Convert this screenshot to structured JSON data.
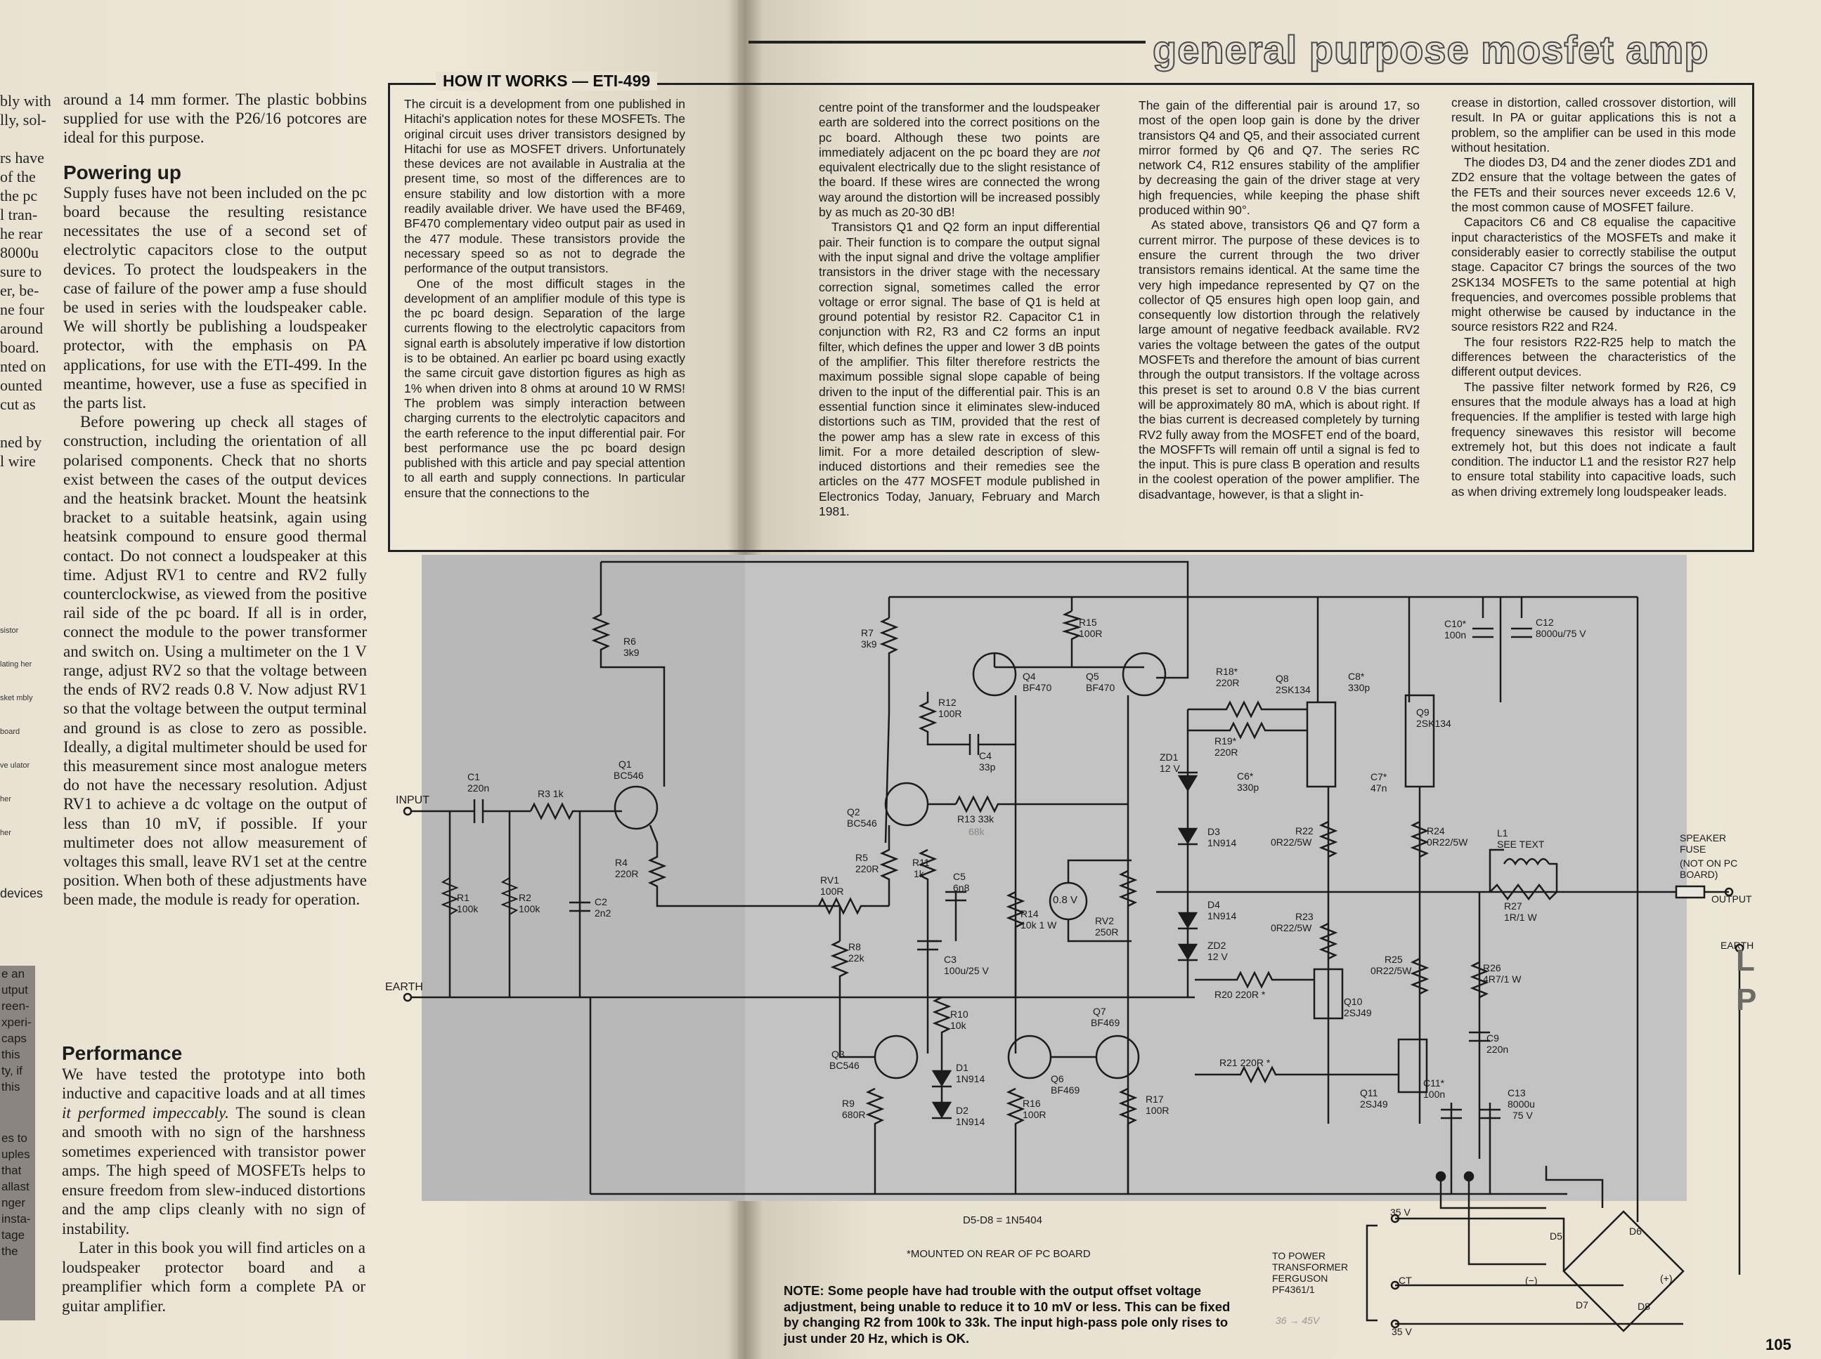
{
  "left_page": {
    "fragments": [
      "bly with",
      "lly, sol-",
      "",
      "rs have",
      "of the",
      "the pc",
      "l tran-",
      "he rear",
      "8000u",
      "sure to",
      "er, be-",
      "ne four",
      "around",
      "board.",
      "nted on",
      "ounted",
      "cut as",
      "",
      "ned by",
      "l wire"
    ],
    "small_fragments": [
      "sistor",
      "lating her",
      "sket mbly",
      "board",
      "ve ulator",
      "her",
      "her"
    ],
    "devices_fragment": "devices",
    "grey_fragments": [
      "e an",
      "utput",
      "reen-",
      "xperi-",
      "caps",
      "this",
      "ty, if",
      "this",
      "",
      "es to",
      "uples",
      "that",
      "allast",
      "nger",
      "insta-",
      "tage",
      "the"
    ],
    "intro": "around a 14 mm former. The plastic bobbins supplied for use with the P26/16 potcores are ideal for this purpose.",
    "powering_heading": "Powering up",
    "powering_p1": "Supply fuses have not been included on the pc board because the resulting resistance necessitates the use of a second set of electrolytic capacitors close to the output devices. To protect the loudspeakers in the case of failure of the power amp a fuse should be used in series with the loudspeaker cable. We will shortly be publishing a loudspeaker protector, with the emphasis on PA applications, for use with the ETI-499. In the meantime, however, use a fuse as specified in the parts list.",
    "powering_p2": "Before powering up check all stages of construction, including the orientation of all polarised components. Check that no shorts exist between the cases of the output devices and the heatsink bracket. Mount the heatsink bracket to a suitable heatsink, again using heatsink compound to ensure good thermal contact. Do not connect a loudspeaker at this time. Adjust RV1 to centre and RV2 fully counterclockwise, as viewed from the positive rail side of the pc board. If all is in order, connect the module to the power transformer and switch on. Using a multimeter on the 1 V range, adjust RV2 so that the voltage between the ends of RV2 reads 0.8 V. Now adjust RV1 so that the voltage between the output terminal and ground is as close to zero as possible. Ideally, a digital multimeter should be used for this measurement since most analogue meters do not have the necessary resolution. Adjust RV1 to achieve a dc voltage on the output of less than 10 mV, if possible. If your multimeter does not allow measurement of voltages this small, leave RV1 set at the centre position. When both of these adjustments have been made, the module is ready for operation.",
    "performance_heading": "Performance",
    "performance_p1a": "We have tested the prototype into both inductive and capacitive loads and at all times ",
    "performance_p1_em": "it performed impeccably.",
    "performance_p1b": " The sound is clean and smooth with no sign of the harshness sometimes experienced with transistor power amps. The high speed of MOSFETs helps to ensure freedom from slew-induced distortions and the amp clips cleanly with no sign of instability.",
    "performance_p2": "Later in this book you will find articles on a loudspeaker protector board and a preamplifier which form a complete PA or guitar amplifier."
  },
  "right_page": {
    "title": "general purpose mosfet amp",
    "hiw_title": "HOW IT WORKS — ETI-499",
    "hiw_c1_p1": "The circuit is a development from one published in Hitachi's application notes for these MOSFETs. The original circuit uses driver transistors designed by Hitachi for use as MOSFET drivers. Unfortunately these devices are not available in Australia at the present time, so most of the differences are to ensure stability and low distortion with a more readily available driver. We have used the BF469, BF470 complementary video output pair as used in the 477 module. These transistors provide the necessary speed so as not to degrade the performance of the output transistors.",
    "hiw_c1_p2": "One of the most difficult stages in the development of an amplifier module of this type is the pc board design. Separation of the large currents flowing to the electrolytic capacitors from signal earth is absolutely imperative if low distortion is to be obtained. An earlier pc board using exactly the same circuit gave distortion figures as high as 1% when driven into 8 ohms at around 10 W RMS! The problem was simply interaction between charging currents to the electrolytic capacitors and the earth reference to the input differential pair. For best performance use the pc board design published with this article and pay special attention to all earth and supply connections. In particular ensure that the connections to the",
    "hiw_c2_p1a": "centre point of the transformer and the loudspeaker earth are soldered into the correct positions on the pc board. Although these two points are immediately adjacent on the pc board they are ",
    "hiw_c2_p1_em": "not",
    "hiw_c2_p1b": " equivalent electrically due to the slight resistance of the board. If these wires are connected the wrong way around the distortion will be increased possibly by as much as 20-30 dB!",
    "hiw_c2_p2": "Transistors Q1 and Q2 form an input differential pair. Their function is to compare the output signal with the input signal and drive the voltage amplifier transistors in the driver stage with the necessary correction signal, sometimes called the error voltage or error signal. The base of Q1 is held at ground potential by resistor R2. Capacitor C1 in conjunction with R2, R3 and C2 forms an input filter, which defines the upper and lower 3 dB points of the amplifier. This filter therefore restricts the maximum possible signal slope capable of being driven to the input of the differential pair. This is an essential function since it eliminates slew-induced distortions such as TIM, provided that the rest of the power amp has a slew rate in excess of this limit. For a more detailed description of slew-induced distortions and their remedies see the articles on the 477 MOSFET module published in Electronics Today, January, February and March 1981.",
    "hiw_c3_p1": "The gain of the differential pair is around 17, so most of the open loop gain is done by the driver transistors Q4 and Q5, and their associated current mirror formed by Q6 and Q7. The series RC network C4, R12 ensures stability of the amplifier by decreasing the gain of the driver stage at very high frequencies, while keeping the phase shift produced within 90°.",
    "hiw_c3_p2": "As stated above, transistors Q6 and Q7 form a current mirror. The purpose of these devices is to ensure the current through the two driver transistors remains identical. At the same time the very high impedance represented by Q7 on the collector of Q5 ensures high open loop gain, and consequently low distortion through the relatively large amount of negative feedback available. RV2 varies the voltage between the gates of the output MOSFETs and therefore the amount of bias current through the output transistors. If the voltage across this preset is set to around 0.8 V the bias current will be approximately 80 mA, which is about right. If the bias current is decreased completely by turning RV2 fully away from the MOSFET end of the board, the MOSFFTs will remain off until a signal is fed to the input. This is pure class B operation and results in the coolest operation of the power amplifier. The disadvantage, however, is that a slight in-",
    "hiw_c4_p1": "crease in distortion, called crossover distortion, will result. In PA or guitar applications this is not a problem, so the amplifier can be used in this mode without hesitation.",
    "hiw_c4_p2": "The diodes D3, D4 and the zener diodes ZD1 and ZD2 ensure that the voltage between the gates of the FETs and their sources never exceeds 12.6 V, the most common cause of MOSFET failure.",
    "hiw_c4_p3": "Capacitors C6 and C8 equalise the capacitive input characteristics of the MOSFETs and make it considerably easier to correctly stabilise the output stage. Capacitor C7 brings the sources of the two 2SK134 MOSFETs to the same potential at high frequencies, and overcomes possible problems that might otherwise be caused by inductance in the source resistors R22 and R24.",
    "hiw_c4_p4": "The four resistors R22-R25 help to match the differences between the characteristics of the different output devices.",
    "hiw_c4_p5": "The passive filter network formed by R26, C9 ensures that the module always has a load at high frequencies. If the amplifier is tested with large high frequency sinewaves this resistor will become extremely hot, but this does not indicate a fault condition. The inductor L1 and the resistor R27 help to ensure total stability into capacitive loads, such as when driving extremely long loudspeaker leads.",
    "note": "NOTE: Some people have had trouble with the output offset voltage adjustment, being unable to reduce it to 10 mV or less. This can be fixed by changing R2 from 100k to 33k. The input high-pass pole only rises to just under 20 Hz, which is OK.",
    "page_number": "105",
    "under_right": [
      "L",
      "P"
    ]
  },
  "schematic": {
    "input": "INPUT",
    "earth_left": "EARTH",
    "c1": "C1",
    "c1v": "220n",
    "r3": "R3 1k",
    "r1": "R1",
    "r1v": "100k",
    "r2": "R2",
    "r2v": "100k",
    "c2": "C2",
    "c2v": "2n2",
    "q1": "Q1",
    "q1v": "BC546",
    "r6": "R6",
    "r6v": "3k9",
    "r4": "R4",
    "r4v": "220R",
    "r7": "R7",
    "r7v": "3k9",
    "q4": "Q4",
    "q4v": "BF470",
    "q5": "Q5",
    "q5v": "BF470",
    "r15": "R15",
    "r15v": "100R",
    "r12": "R12",
    "r12v": "100R",
    "c4": "C4",
    "c4v": "33p",
    "q2": "Q2",
    "q2v": "BC546",
    "r13": "R13 33k",
    "r13note": "68k",
    "r5": "R5",
    "r5v": "220R",
    "r11": "R11",
    "r11v": "1k",
    "c5": "C5",
    "c5v": "6n8",
    "rv1": "RV1",
    "rv1v": "100R",
    "r14": "R14",
    "r14v": "10k 1 W",
    "meter": "0.8 V",
    "rv2": "RV2",
    "rv2v": "250R",
    "r8": "R8",
    "r8v": "22k",
    "c3": "C3",
    "c3v": "100u/25 V",
    "r10": "R10",
    "r10v": "10k",
    "q7": "Q7",
    "q7v": "BF469",
    "q3": "Q3",
    "q3v": "BC546",
    "q6": "Q6",
    "q6v": "BF469",
    "d1": "D1",
    "d1v": "1N914",
    "d2": "D2",
    "d2v": "1N914",
    "r9": "R9",
    "r9v": "680R",
    "r16": "R16",
    "r16v": "100R",
    "r17": "R17",
    "r17v": "100R",
    "r18": "R18*",
    "r18v": "220R",
    "q8": "Q8",
    "q8v": "2SK134",
    "c8": "C8*",
    "c8v": "330p",
    "q9": "Q9",
    "q9v": "2SK134",
    "r19": "R19*",
    "r19v": "220R",
    "zd1": "ZD1",
    "zd1v": "12 V",
    "c6": "C6*",
    "c6v": "330p",
    "c7": "C7*",
    "c7v": "47n",
    "d3": "D3",
    "d3v": "1N914",
    "r22": "R22",
    "r22v": "0R22/5W",
    "r24": "R24",
    "r24v": "0R22/5W",
    "d4": "D4",
    "d4v": "1N914",
    "r23": "R23",
    "r23v": "0R22/5W",
    "zd2": "ZD2",
    "zd2v": "12 V",
    "r25": "R25",
    "r25v": "0R22/5W",
    "r20": "R20 220R *",
    "q10": "Q10",
    "q10v": "2SJ49",
    "r21": "R21 220R *",
    "q11": "Q11",
    "q11v": "2SJ49",
    "c11": "C11*",
    "c11v": "100n",
    "c13": "C13",
    "c13v": "8000u",
    "c13v2": "75 V",
    "c10": "C10*",
    "c10v": "100n",
    "c12": "C12",
    "c12v": "8000u/75 V",
    "l1": "L1",
    "l1v": "SEE TEXT",
    "r27": "R27",
    "r27v": "1R/1 W",
    "r26": "R26",
    "r26v": "4R7/1 W",
    "c9": "C9",
    "c9v": "220n",
    "speaker_fuse": "SPEAKER FUSE",
    "not_on_pc": "(NOT ON PC BOARD)",
    "output": "OUTPUT",
    "earth_right": "EARTH",
    "d5d8": "D5-D8 = 1N5404",
    "mounted": "*MOUNTED ON REAR OF PC BOARD",
    "to_power": "TO POWER TRANSFORMER FERGUSON PF4361/1",
    "v35a": "35 V",
    "ct": "CT",
    "v35b": "35 V",
    "d5": "D5",
    "d6": "D6",
    "d7": "D7",
    "d8": "D8",
    "minus": "(−)",
    "plus": "(+)",
    "pencil": "36 → 45V"
  },
  "colors": {
    "paper": "#ede6d7",
    "schematic_bg": "#c4c3c4",
    "ink": "#1d1d1d"
  }
}
